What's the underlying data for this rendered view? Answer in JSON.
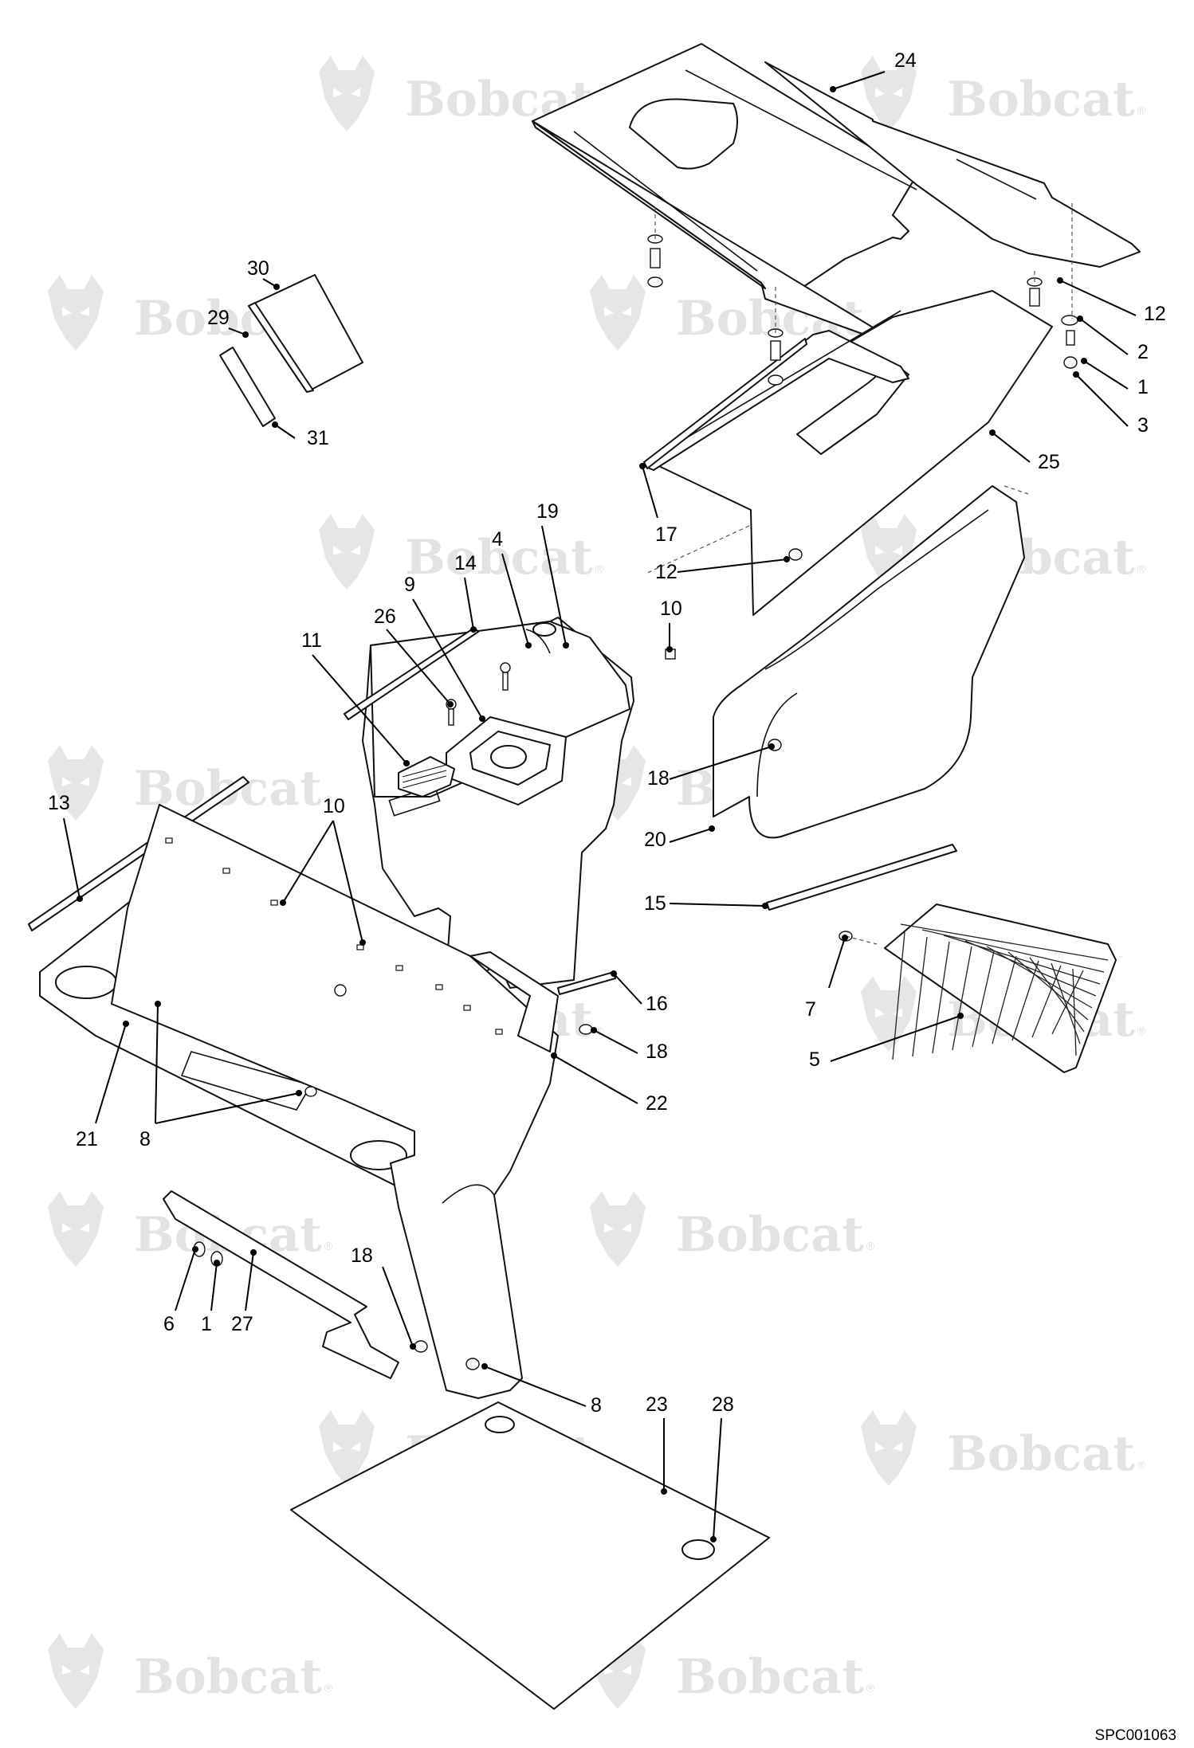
{
  "watermark": {
    "text": "Bobcat",
    "mark": "bobcat-logo-icon",
    "reg": "®"
  },
  "drawing_code": "SPC001063",
  "callouts": [
    {
      "id": "c24",
      "label": "24"
    },
    {
      "id": "c30",
      "label": "30"
    },
    {
      "id": "c29",
      "label": "29"
    },
    {
      "id": "c31",
      "label": "31"
    },
    {
      "id": "c12a",
      "label": "12"
    },
    {
      "id": "c2",
      "label": "2"
    },
    {
      "id": "c1a",
      "label": "1"
    },
    {
      "id": "c3",
      "label": "3"
    },
    {
      "id": "c25",
      "label": "25"
    },
    {
      "id": "c17",
      "label": "17"
    },
    {
      "id": "c12b",
      "label": "12"
    },
    {
      "id": "c19",
      "label": "19"
    },
    {
      "id": "c4",
      "label": "4"
    },
    {
      "id": "c14",
      "label": "14"
    },
    {
      "id": "c9",
      "label": "9"
    },
    {
      "id": "c26",
      "label": "26"
    },
    {
      "id": "c11",
      "label": "11"
    },
    {
      "id": "c10a",
      "label": "10"
    },
    {
      "id": "c18a",
      "label": "18"
    },
    {
      "id": "c20",
      "label": "20"
    },
    {
      "id": "c13",
      "label": "13"
    },
    {
      "id": "c10b",
      "label": "10"
    },
    {
      "id": "c15",
      "label": "15"
    },
    {
      "id": "c7",
      "label": "7"
    },
    {
      "id": "c16",
      "label": "16"
    },
    {
      "id": "c18b",
      "label": "18"
    },
    {
      "id": "c5",
      "label": "5"
    },
    {
      "id": "c22",
      "label": "22"
    },
    {
      "id": "c21",
      "label": "21"
    },
    {
      "id": "c8a",
      "label": "8"
    },
    {
      "id": "c18c",
      "label": "18"
    },
    {
      "id": "c6",
      "label": "6"
    },
    {
      "id": "c1b",
      "label": "1"
    },
    {
      "id": "c27",
      "label": "27"
    },
    {
      "id": "c8b",
      "label": "8"
    },
    {
      "id": "c23",
      "label": "23"
    },
    {
      "id": "c28",
      "label": "28"
    }
  ]
}
